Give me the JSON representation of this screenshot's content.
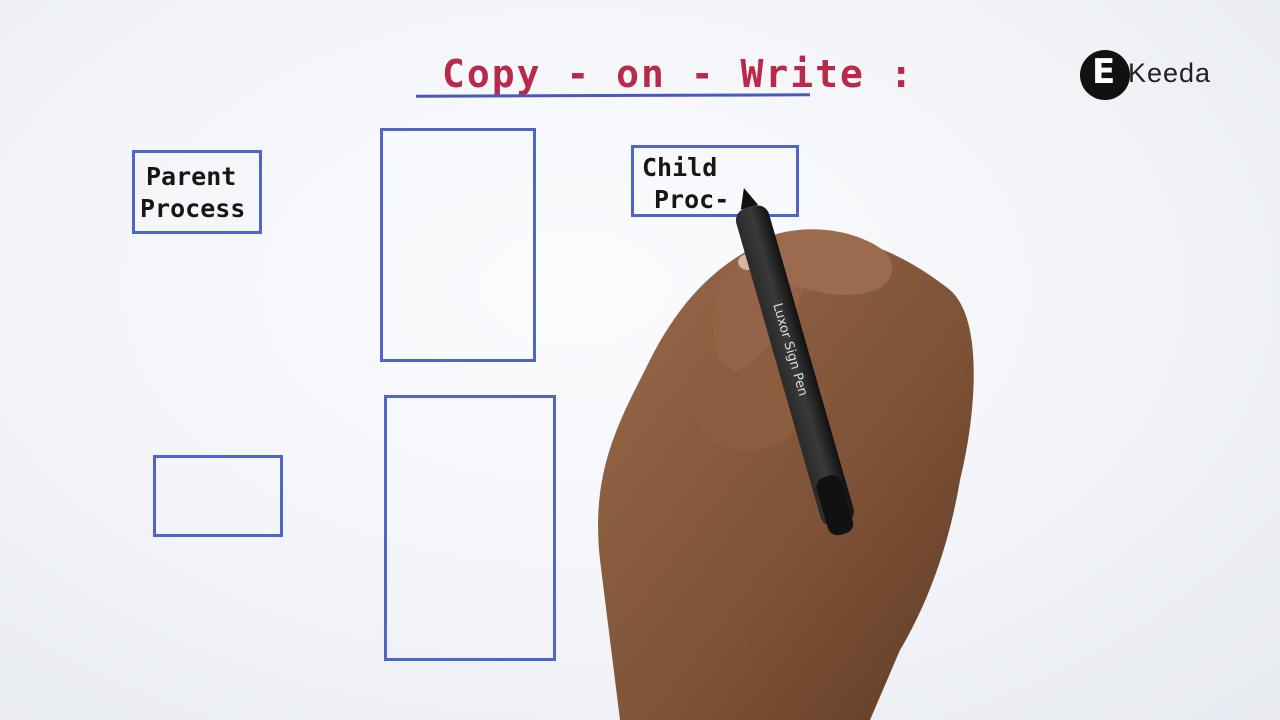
{
  "title": {
    "text": "Copy - on - Write :",
    "color": "#b8294a",
    "underline_color": "#4a59b8"
  },
  "logo": {
    "mark": "E",
    "text": "Keeda"
  },
  "labels": {
    "parent_line1": "Parent",
    "parent_line2": "Process",
    "child_line1": "Child",
    "child_line2": "Proc-"
  },
  "pen": {
    "brand_text": "Luxor Sign Pen"
  },
  "colors": {
    "ink_blue": "#4f66c9",
    "skin": "#8a5a3c",
    "pen": "#1c1c1c"
  }
}
